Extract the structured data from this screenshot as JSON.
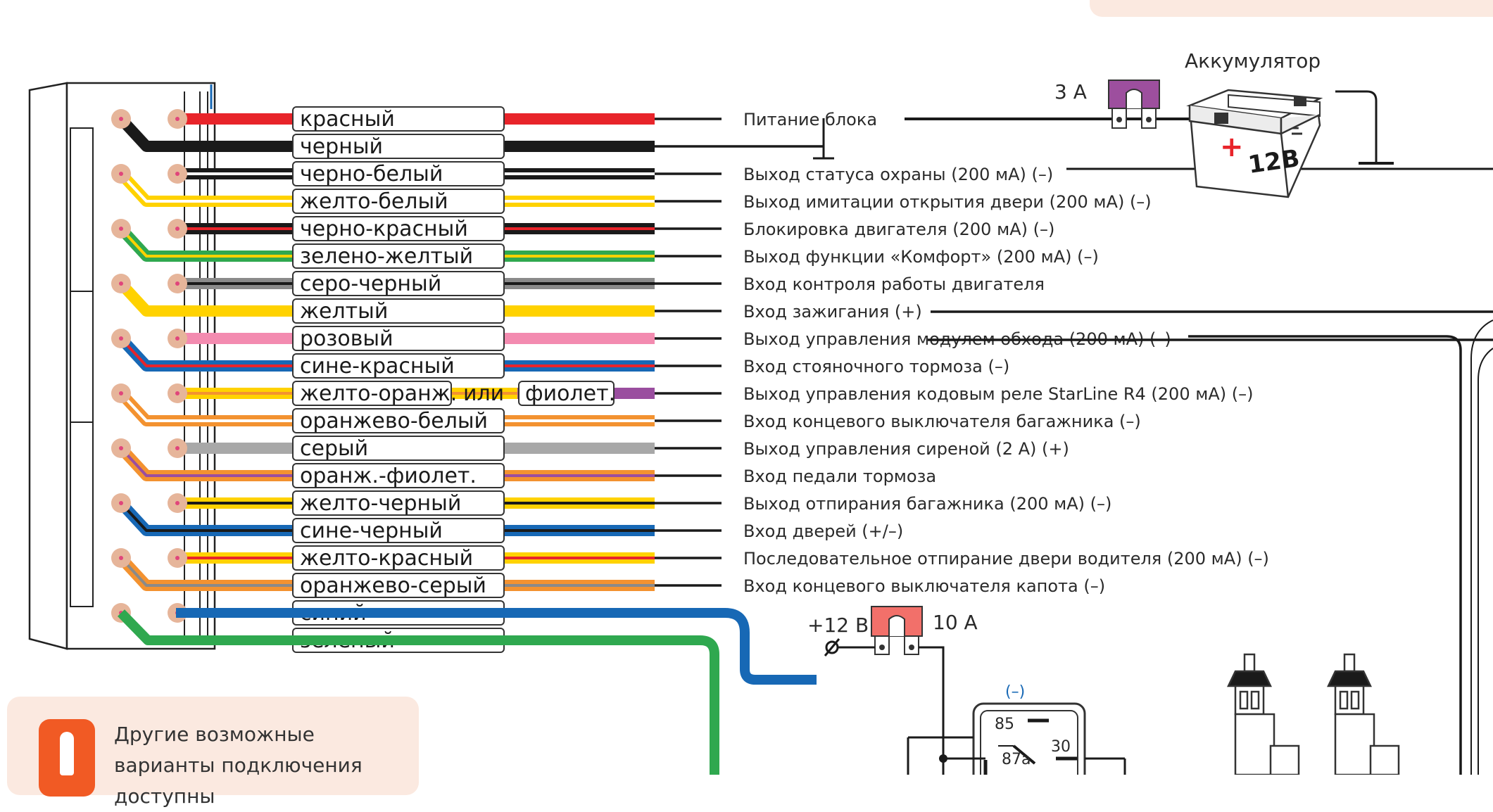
{
  "colors": {
    "red": "#e8242a",
    "black": "#1a1a1a",
    "white": "#ffffff",
    "yellow": "#ffd200",
    "green": "#2fa84f",
    "gray": "#8a8a8a",
    "lightgray": "#a8a8a8",
    "pink": "#f38bb0",
    "blue": "#1768b5",
    "orange": "#f39230",
    "violet": "#9a4e9f",
    "fuse_violet": "#9d4f9e",
    "fuse_red": "#f2706a",
    "pin": "#e6b59a",
    "pin_dot": "#e0457b",
    "note_bg": "#fbe9e0",
    "alert": "#f15a24"
  },
  "wires": [
    {
      "label": "красный",
      "base": "red",
      "stripe": null,
      "desc": "Питание блока"
    },
    {
      "label": "черный",
      "base": "black",
      "stripe": null,
      "desc": ""
    },
    {
      "label": "черно-белый",
      "base": "black",
      "stripe": "white",
      "desc": "Выход статуса охраны (200 мА) (–)"
    },
    {
      "label": "желто-белый",
      "base": "yellow",
      "stripe": "white",
      "desc": "Выход имитации открытия двери (200 мА) (–)"
    },
    {
      "label": "черно-красный",
      "base": "black",
      "stripe": "red",
      "desc": "Блокировка двигателя (200 мА) (–)"
    },
    {
      "label": "зелено-желтый",
      "base": "green",
      "stripe": "yellow",
      "desc": "Выход функции «Комфорт» (200 мА) (–)"
    },
    {
      "label": "серо-черный",
      "base": "gray",
      "stripe": "black",
      "desc": "Вход контроля работы двигателя"
    },
    {
      "label": "желтый",
      "base": "yellow",
      "stripe": null,
      "desc": "Вход зажигания (+)"
    },
    {
      "label": "розовый",
      "base": "pink",
      "stripe": null,
      "desc": "Выход управления модулем обхода (200 мА) (–)"
    },
    {
      "label": "сине-красный",
      "base": "blue",
      "stripe": "red",
      "desc": "Вход стояночного тормоза (–)"
    },
    {
      "label": "желто-оранж.",
      "base": "yellow",
      "stripe": "orange",
      "desc": "Выход управления кодовым реле StarLine R4 (200 мА) (–)",
      "alt_word": "или",
      "alt_label": "фиолет."
    },
    {
      "label": "оранжево-белый",
      "base": "orange",
      "stripe": "white",
      "desc": "Вход концевого выключателя багажника (–)"
    },
    {
      "label": "серый",
      "base": "lightgray",
      "stripe": null,
      "desc": "Выход управления сиреной (2 А) (+)"
    },
    {
      "label": "оранж.-фиолет.",
      "base": "orange",
      "stripe": "violet",
      "desc": "Вход педали тормоза"
    },
    {
      "label": "желто-черный",
      "base": "yellow",
      "stripe": "black",
      "desc": "Выход отпирания багажника (200 мА) (–)"
    },
    {
      "label": "сине-черный",
      "base": "blue",
      "stripe": "black",
      "desc": "Вход дверей (+/–)"
    },
    {
      "label": "желто-красный",
      "base": "yellow",
      "stripe": "red",
      "desc": "Последовательное отпирание двери водителя (200 мА) (–)"
    },
    {
      "label": "оранжево-серый",
      "base": "orange",
      "stripe": "gray",
      "desc": "Вход концевого выключателя капота (–)"
    },
    {
      "label": "синий",
      "base": "blue",
      "stripe": null,
      "desc": ""
    },
    {
      "label": "зеленый",
      "base": "green",
      "stripe": null,
      "desc": ""
    }
  ],
  "battery": {
    "label": "Аккумулятор",
    "voltage": "12В",
    "plus": "+",
    "minus": "–"
  },
  "fuse_small": {
    "label": "3 А"
  },
  "fuse_large": {
    "label": "10 А",
    "supply": "+12 В"
  },
  "relay": {
    "pin85": "85",
    "pin87a": "87a",
    "pin30": "30",
    "polarity": "(–)"
  },
  "note": {
    "text": "Другие возможные варианты подключения доступны"
  }
}
